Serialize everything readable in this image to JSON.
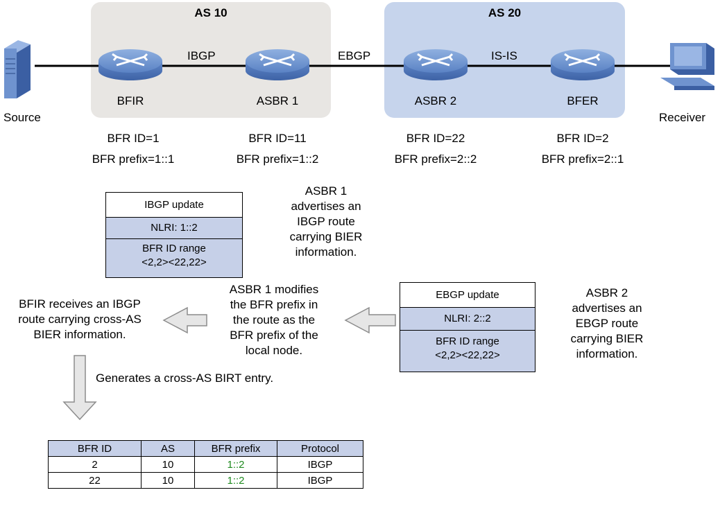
{
  "as_domains": [
    {
      "id": "as10",
      "title": "AS 10"
    },
    {
      "id": "as20",
      "title": "AS 20"
    }
  ],
  "links": {
    "ibgp": "IBGP",
    "ebgp": "EBGP",
    "isis": "IS-IS"
  },
  "endpoints": {
    "source": "Source",
    "receiver": "Receiver"
  },
  "nodes": [
    {
      "name": "BFIR",
      "bfr_id": "BFR ID=1",
      "bfr_prefix": "BFR prefix=1::1"
    },
    {
      "name": "ASBR 1",
      "bfr_id": "BFR ID=11",
      "bfr_prefix": "BFR prefix=1::2"
    },
    {
      "name": "ASBR 2",
      "bfr_id": "BFR ID=22",
      "bfr_prefix": "BFR prefix=2::2"
    },
    {
      "name": "BFER",
      "bfr_id": "BFR ID=2",
      "bfr_prefix": "BFR prefix=2::1"
    }
  ],
  "ibgp_update": {
    "title": "IBGP update",
    "nlri": "NLRI: 1::2",
    "range_label": "BFR ID range",
    "range_value": "<2,2><22,22>"
  },
  "ebgp_update": {
    "title": "EBGP update",
    "nlri": "NLRI: 2::2",
    "range_label": "BFR ID range",
    "range_value": "<2,2><22,22>"
  },
  "notes": {
    "asbr1_advertise": [
      "ASBR 1",
      "advertises an",
      "IBGP route",
      "carrying BIER",
      "information."
    ],
    "asbr2_advertise": [
      "ASBR 2",
      "advertises an",
      "EBGP route",
      "carrying BIER",
      "information."
    ],
    "asbr1_modify": [
      "ASBR 1 modifies",
      "the BFR prefix in",
      "the route as the",
      "BFR prefix of the",
      "local node."
    ],
    "bfir_receive": [
      "BFIR receives an IBGP",
      "route carrying cross-AS",
      "BIER information."
    ],
    "generates": "Generates a cross-AS BIRT entry."
  },
  "birt_table": {
    "headers": [
      "BFR ID",
      "AS",
      "BFR prefix",
      "Protocol"
    ],
    "rows": [
      [
        "2",
        "10",
        "1::2",
        "IBGP"
      ],
      [
        "22",
        "10",
        "1::2",
        "IBGP"
      ]
    ]
  },
  "colors": {
    "as10_bg": "#e8e6e3",
    "as20_bg": "#c6d4ec",
    "router_fill": "#6f93cf",
    "box_fill": "#c6d0e8",
    "highlight_green": "#1f8a1f"
  }
}
